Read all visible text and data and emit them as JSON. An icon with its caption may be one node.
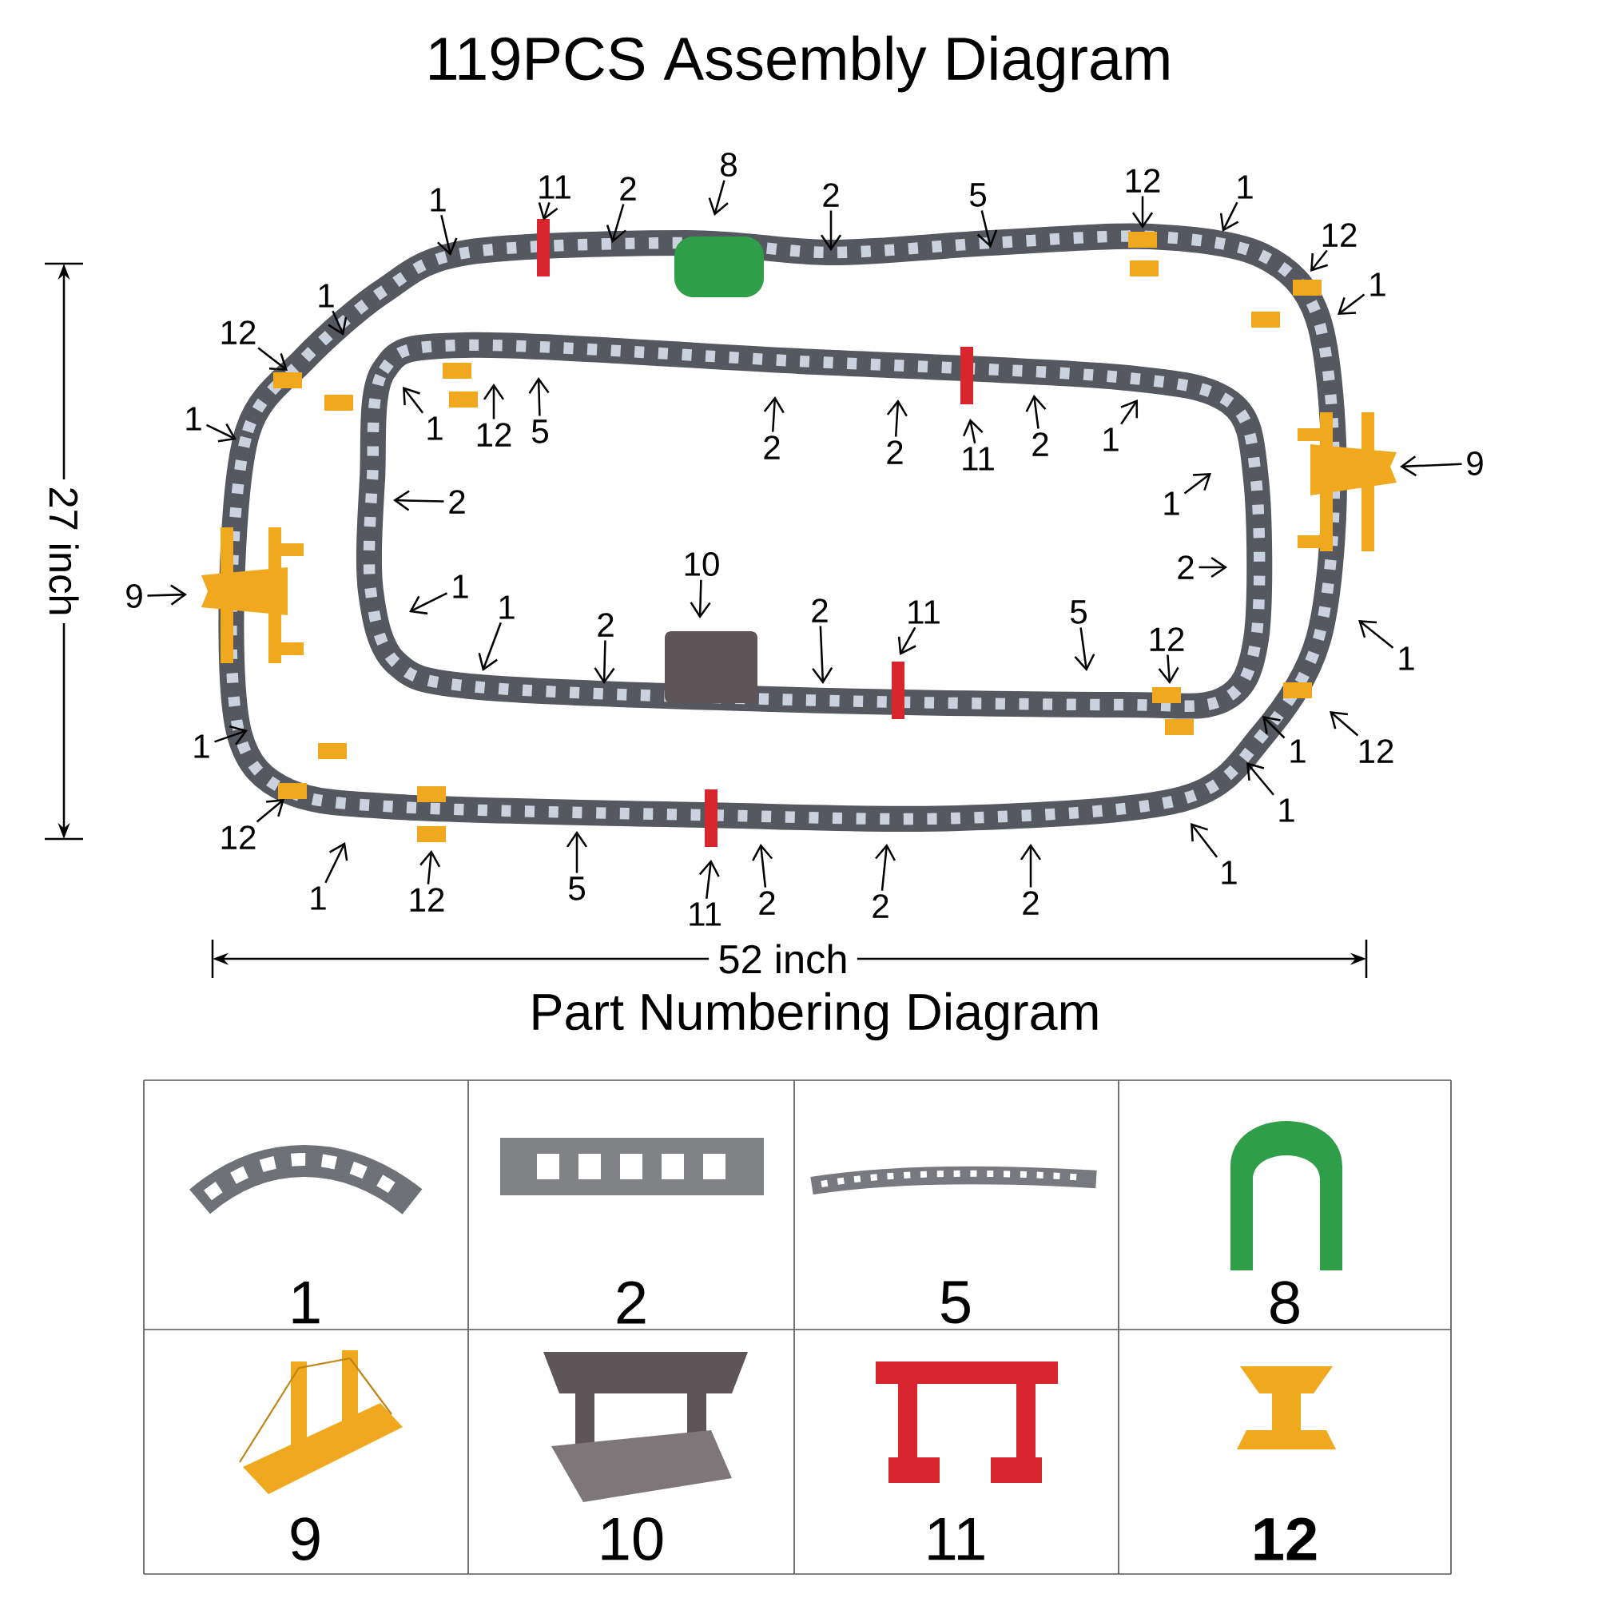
{
  "diagram": {
    "title": "119PCS Assembly Diagram",
    "nodes": [
      {
        "text": [
          "8"
        ]
      },
      {
        "text": [
          "12"
        ]
      },
      {
        "text": [
          "11"
        ]
      },
      {
        "text": [
          "1"
        ]
      },
      {
        "text": [
          "2"
        ]
      },
      {
        "text": [
          "2"
        ]
      },
      {
        "text": [
          "5"
        ]
      },
      {
        "text": [
          "1"
        ]
      },
      {
        "text": [
          "12"
        ]
      },
      {
        "text": [
          "1"
        ]
      },
      {
        "text": [
          "1"
        ]
      },
      {
        "text": [
          "12"
        ]
      },
      {
        "text": [
          "1"
        ]
      },
      {
        "text": [
          "1"
        ]
      },
      {
        "text": [
          "12"
        ]
      },
      {
        "text": [
          "5"
        ]
      },
      {
        "text": [
          "2"
        ]
      },
      {
        "text": [
          "2"
        ]
      },
      {
        "text": [
          "11"
        ]
      },
      {
        "text": [
          "2"
        ]
      },
      {
        "text": [
          "1"
        ]
      },
      {
        "text": [
          "9"
        ]
      },
      {
        "text": [
          "2"
        ]
      },
      {
        "text": [
          "1"
        ]
      },
      {
        "text": [
          "10"
        ]
      },
      {
        "text": [
          "2"
        ]
      },
      {
        "text": [
          "1"
        ]
      },
      {
        "text": [
          "9"
        ]
      },
      {
        "text": [
          "1"
        ]
      },
      {
        "text": [
          "11"
        ]
      },
      {
        "text": [
          "5"
        ]
      },
      {
        "text": [
          "2"
        ]
      },
      {
        "text": [
          "2"
        ]
      },
      {
        "text": [
          "12"
        ]
      },
      {
        "text": [
          "1"
        ]
      },
      {
        "text": [
          "1"
        ]
      },
      {
        "text": [
          "1"
        ]
      },
      {
        "text": [
          "12"
        ]
      },
      {
        "text": [
          "1"
        ]
      },
      {
        "text": [
          "12"
        ]
      },
      {
        "text": [
          "1"
        ]
      },
      {
        "text": [
          "5"
        ]
      },
      {
        "text": [
          "1"
        ]
      },
      {
        "text": [
          "12"
        ]
      },
      {
        "text": [
          "2"
        ]
      },
      {
        "text": [
          "2"
        ]
      },
      {
        "text": [
          "2"
        ]
      },
      {
        "text": [
          "11"
        ]
      }
    ],
    "edges": [
      {
        "from": 0,
        "to": null,
        "arrow": "to"
      },
      {
        "from": 1,
        "to": null,
        "arrow": "to"
      },
      {
        "from": 2,
        "to": null,
        "arrow": "to"
      },
      {
        "from": 3,
        "to": null,
        "arrow": "to"
      },
      {
        "from": 4,
        "to": null,
        "arrow": "to"
      },
      {
        "from": 5,
        "to": null,
        "arrow": "to"
      },
      {
        "from": 6,
        "to": null,
        "arrow": "to"
      },
      {
        "from": 7,
        "to": null,
        "arrow": "to"
      },
      {
        "from": 8,
        "to": null,
        "arrow": "to"
      },
      {
        "from": 9,
        "to": null,
        "arrow": "to"
      },
      {
        "from": 10,
        "to": null,
        "arrow": "to"
      },
      {
        "from": 11,
        "to": null,
        "arrow": "to"
      },
      {
        "from": 12,
        "to": null,
        "arrow": "to"
      },
      {
        "from": 13,
        "to": null,
        "arrow": "to"
      },
      {
        "from": 14,
        "to": null,
        "arrow": "to"
      },
      {
        "from": 15,
        "to": null,
        "arrow": "to"
      },
      {
        "from": 16,
        "to": null,
        "arrow": "to"
      },
      {
        "from": 17,
        "to": null,
        "arrow": "to"
      },
      {
        "from": 18,
        "to": null,
        "arrow": "to"
      },
      {
        "from": 19,
        "to": null,
        "arrow": "to"
      },
      {
        "from": 20,
        "to": null,
        "arrow": "to"
      },
      {
        "from": 21,
        "to": null,
        "arrow": "to"
      },
      {
        "from": 22,
        "to": null,
        "arrow": "to"
      },
      {
        "from": 23,
        "to": null,
        "arrow": "to"
      },
      {
        "from": 24,
        "to": null,
        "arrow": "to"
      },
      {
        "from": 25,
        "to": null,
        "arrow": "to"
      },
      {
        "from": 26,
        "to": null,
        "arrow": "to"
      },
      {
        "from": 27,
        "to": null,
        "arrow": "to"
      },
      {
        "from": 28,
        "to": null,
        "arrow": "to"
      },
      {
        "from": 29,
        "to": null,
        "arrow": "to"
      },
      {
        "from": 30,
        "to": null,
        "arrow": "to"
      },
      {
        "from": 31,
        "to": null,
        "arrow": "to"
      },
      {
        "from": 32,
        "to": null,
        "arrow": "to"
      },
      {
        "from": 33,
        "to": null,
        "arrow": "to"
      },
      {
        "from": 34,
        "to": null,
        "arrow": "to"
      },
      {
        "from": 35,
        "to": null,
        "arrow": "to"
      },
      {
        "from": 36,
        "to": null,
        "arrow": "to"
      },
      {
        "from": 37,
        "to": null,
        "arrow": "to"
      },
      {
        "from": 38,
        "to": null,
        "arrow": "to"
      },
      {
        "from": 39,
        "to": null,
        "arrow": "to"
      },
      {
        "from": 40,
        "to": null,
        "arrow": "to"
      },
      {
        "from": 41,
        "to": null,
        "arrow": "to"
      },
      {
        "from": 42,
        "to": null,
        "arrow": "to"
      },
      {
        "from": 43,
        "to": null,
        "arrow": "to"
      },
      {
        "from": 44,
        "to": null,
        "arrow": "to"
      },
      {
        "from": 45,
        "to": null,
        "arrow": "to"
      },
      {
        "from": 46,
        "to": null,
        "arrow": "to"
      },
      {
        "from": 47,
        "to": null,
        "arrow": "to"
      }
    ],
    "labels": [
      "27 inch",
      "52 inch",
      "Part Numbering Diagram",
      "1",
      "2",
      "5",
      "8",
      "9",
      "10",
      "11",
      "12"
    ]
  }
}
